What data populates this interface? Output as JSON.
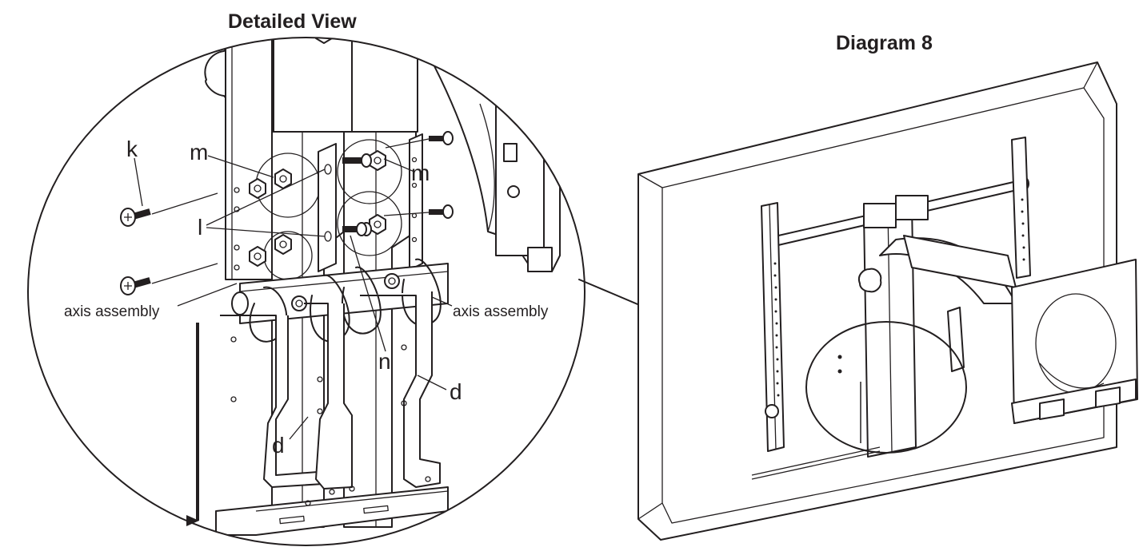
{
  "titles": {
    "detailed_view": "Detailed View",
    "diagram": "Diagram 8"
  },
  "labels": {
    "k": "k",
    "m_left": "m",
    "m_right": "m",
    "l": "l",
    "n": "n",
    "d_left": "d",
    "d_right": "d",
    "axis_left": "axis assembly",
    "axis_right": "axis assembly"
  },
  "colors": {
    "line": "#231f20",
    "background": "#ffffff",
    "fill_gray": "#d9d9d9"
  }
}
